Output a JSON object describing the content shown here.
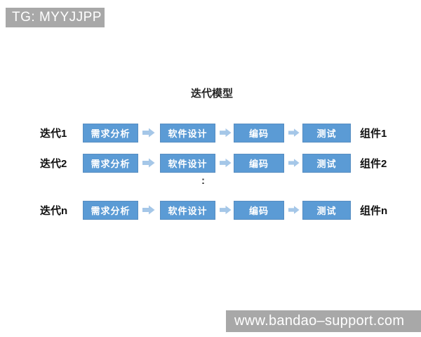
{
  "watermarks": {
    "top": "TG: MYYJJPP",
    "bottom": "www.bandao–support.com"
  },
  "diagram": {
    "title": "迭代模型",
    "ellipsis": ":",
    "rows": [
      {
        "label": "迭代1",
        "steps": [
          "需求分析",
          "软件设计",
          "编码",
          "测试"
        ],
        "output": "组件1"
      },
      {
        "label": "迭代2",
        "steps": [
          "需求分析",
          "软件设计",
          "编码",
          "测试"
        ],
        "output": "组件2"
      },
      {
        "label": "迭代n",
        "steps": [
          "需求分析",
          "软件设计",
          "编码",
          "测试"
        ],
        "output": "组件n"
      }
    ]
  },
  "colors": {
    "box_blue": "#5b9bd5",
    "arrow_blue": "#a5c7e8",
    "badge_gray": "#a8a8a8"
  }
}
